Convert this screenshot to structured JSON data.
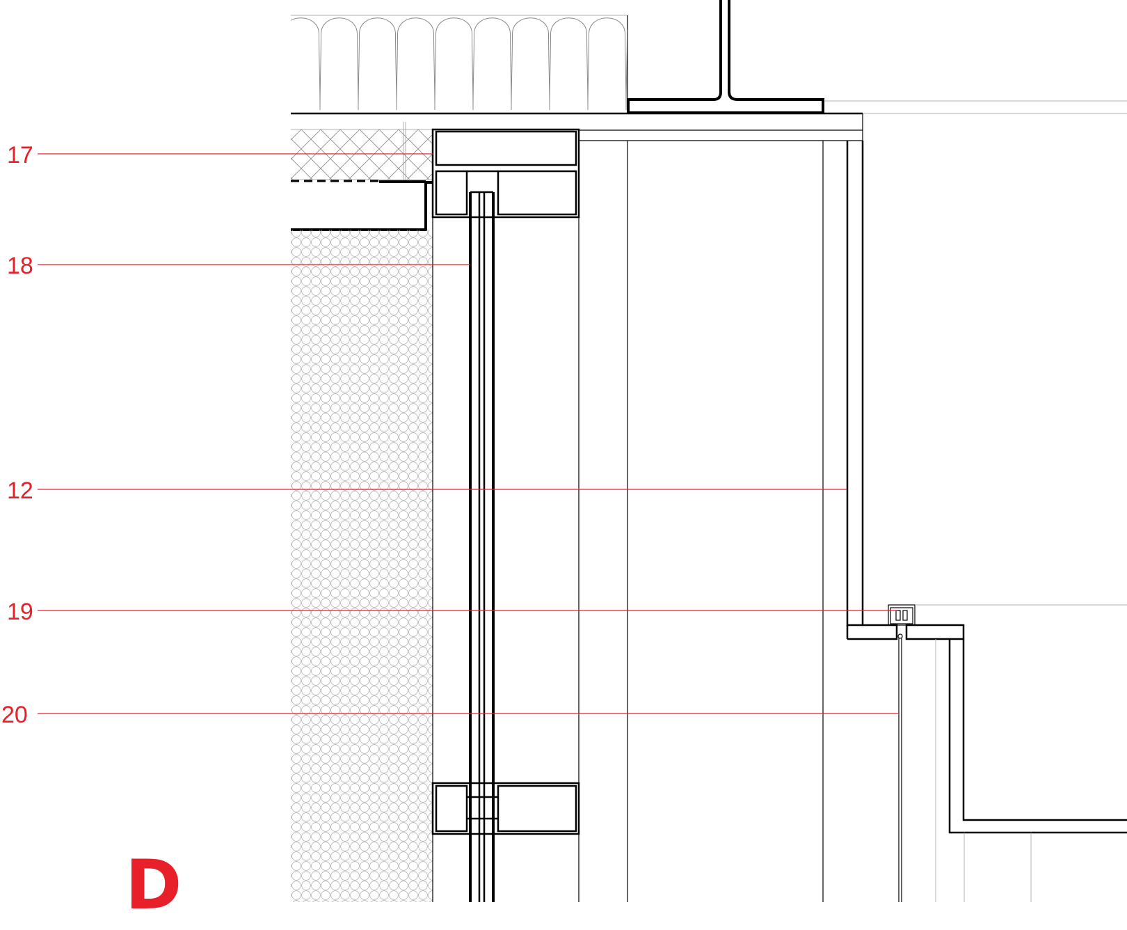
{
  "drawing": {
    "detail_letter": "D",
    "callouts": [
      {
        "id": "c17",
        "label": "17"
      },
      {
        "id": "c18",
        "label": "18"
      },
      {
        "id": "c12",
        "label": "12"
      },
      {
        "id": "c19",
        "label": "19"
      },
      {
        "id": "c20",
        "label": "20"
      }
    ],
    "colors": {
      "annotation": "#e8202a",
      "linework": "#000000",
      "hatch": "#9a9a9a"
    }
  }
}
